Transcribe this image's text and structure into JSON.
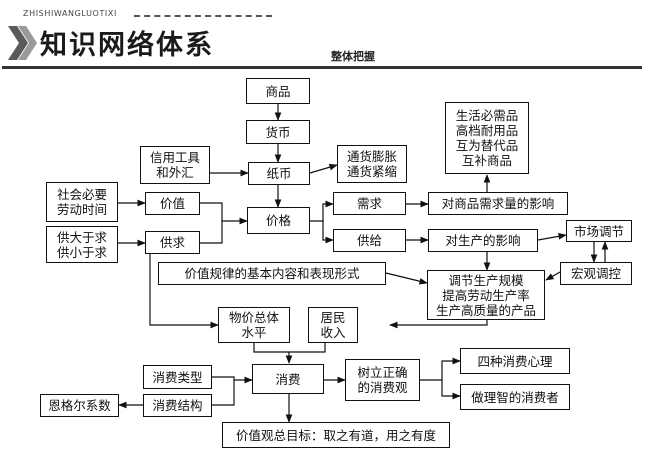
{
  "header": {
    "pinyin": "ZHISHIWANGLUOTIXI",
    "title": "知识网络体系",
    "overall_label": "整体把握"
  },
  "nodes": {
    "commodity": "商品",
    "currency": "货币",
    "credit_tools": "信用工具\n和外汇",
    "paper_money": "纸币",
    "inflation": "通货膨胀\n通货紧缩",
    "social_labor_time": "社会必要\n劳动时间",
    "value": "价值",
    "price": "价格",
    "demand": "需求",
    "demand_effect": "对商品需求量的影响",
    "demand_types": "生活必需品\n高档耐用品\n互为替代品\n互补商品",
    "supply_demand_cases": "供大于求\n供小于求",
    "supply_demand": "供求",
    "supply": "供给",
    "production_effect": "对生产的影响",
    "market_regulation": "市场调节",
    "macro_control": "宏观调控",
    "value_law": "价值规律的基本内容和表现形式",
    "production_adjust": "调节生产规模\n提高劳动生产率\n生产高质量的产品",
    "price_level": "物价总体\n水平",
    "resident_income": "居民\n收入",
    "consumption_type": "消费类型",
    "consumption": "消费",
    "correct_view": "树立正确\n的消费观",
    "four_psychologies": "四种消费心理",
    "rational_consumer": "做理智的消费者",
    "engel": "恩格尔系数",
    "consumption_structure": "消费结构",
    "value_goal": "价值观总目标：取之有道，用之有度"
  }
}
